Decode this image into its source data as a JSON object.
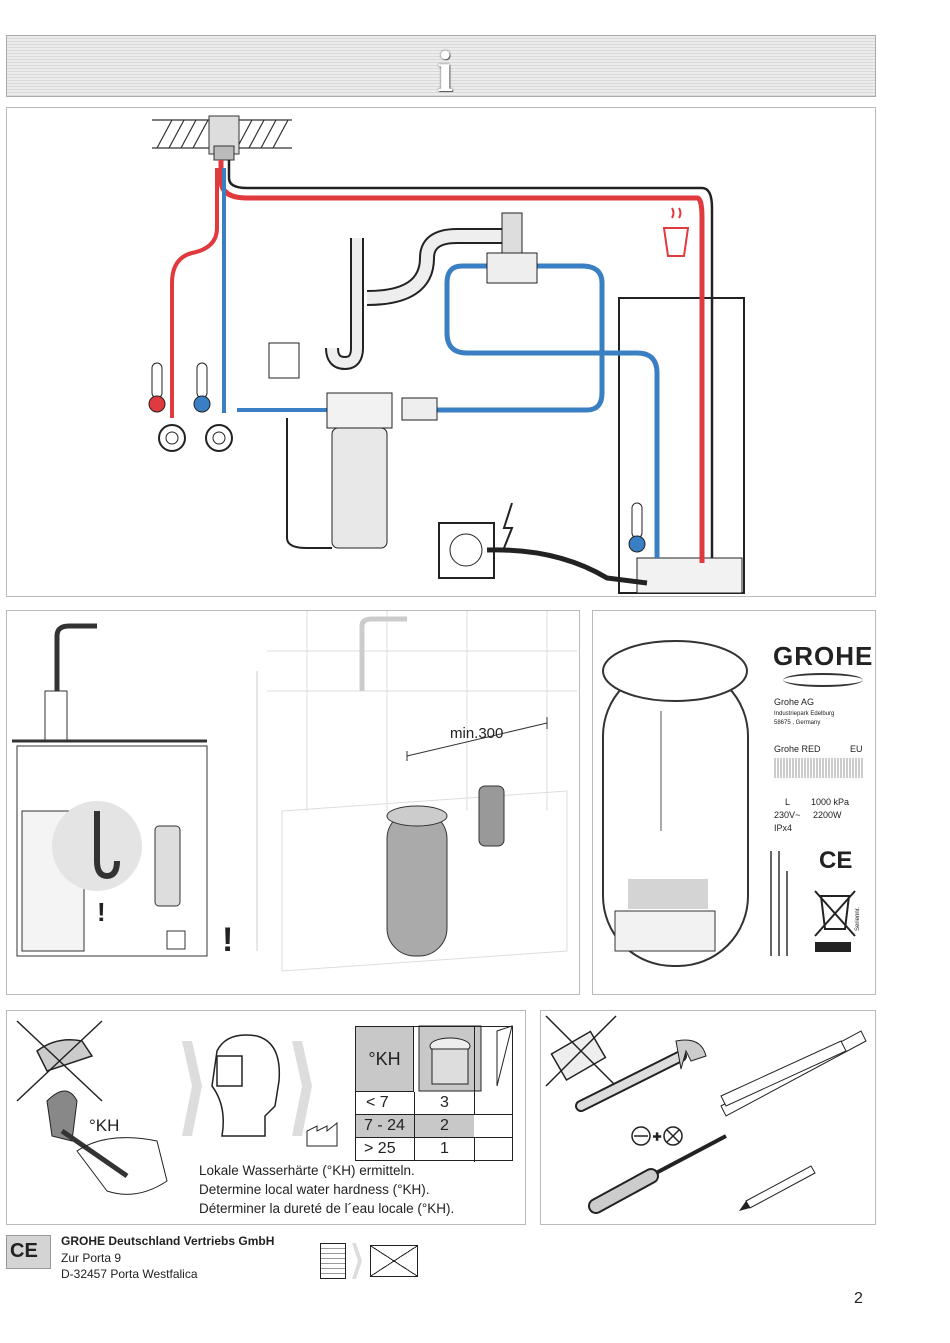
{
  "header": {
    "info_symbol": "i"
  },
  "fig2": {
    "min_label": "min.300"
  },
  "nameplate": {
    "brand": "GROHE",
    "company": "Grohe AG",
    "address1": "Industriepark Edelburg",
    "address2": "58675 , Germany",
    "product": "Grohe RED",
    "region": "EU",
    "volume": "L",
    "pressure": "1000 kPa",
    "voltage": "230V~",
    "power": "2200W",
    "ip": "IPx4",
    "ce": "CE",
    "serial": "Seriennr."
  },
  "hardness": {
    "kh_label": "°KH",
    "table_header": "°KH",
    "rows": [
      {
        "range": "< 7",
        "value": "3"
      },
      {
        "range": "7 - 24",
        "value": "2"
      },
      {
        "range": "> 25",
        "value": "1"
      }
    ],
    "line_de": "Lokale Wasserhärte (°KH) ermitteln.",
    "line_en": "Determine local water hardness (°KH).",
    "line_fr": "Déterminer la dureté de l´eau locale (°KH)."
  },
  "footer": {
    "company": "GROHE Deutschland Vertriebs GmbH",
    "street": "Zur Porta 9",
    "city": "D-32457 Porta Westfalica",
    "ce": "CE",
    "page_number": "2"
  },
  "colors": {
    "hot": "#e03a3e",
    "cold": "#3a7fc4",
    "header": "#c8c8c8"
  }
}
